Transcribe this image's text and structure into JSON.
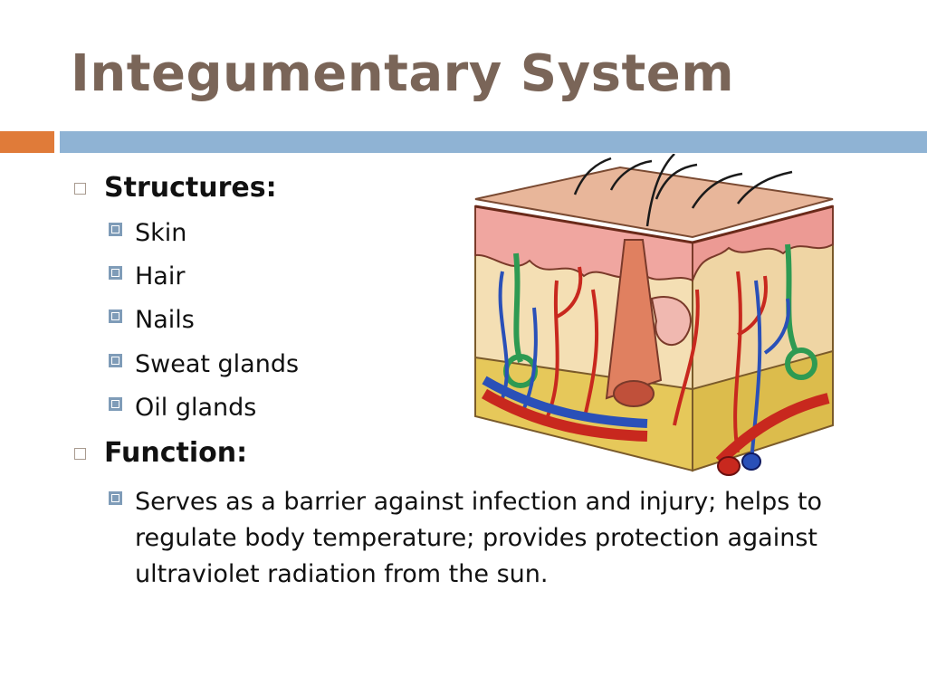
{
  "slide": {
    "title": "Integumentary System",
    "accent_colors": {
      "orange": "#e07b39",
      "blue": "#8fb3d4",
      "title": "#7a6558"
    }
  },
  "sections": [
    {
      "heading": "Structures:",
      "items": [
        "Skin",
        "Hair",
        "Nails",
        "Sweat glands",
        "Oil glands"
      ]
    },
    {
      "heading": "Function:",
      "items": [
        "Serves as a barrier against infection and injury; helps to regulate body temperature; provides protection against ultraviolet radiation from the sun."
      ]
    }
  ],
  "figure": {
    "icon": "skin-cross-section-illustration"
  }
}
